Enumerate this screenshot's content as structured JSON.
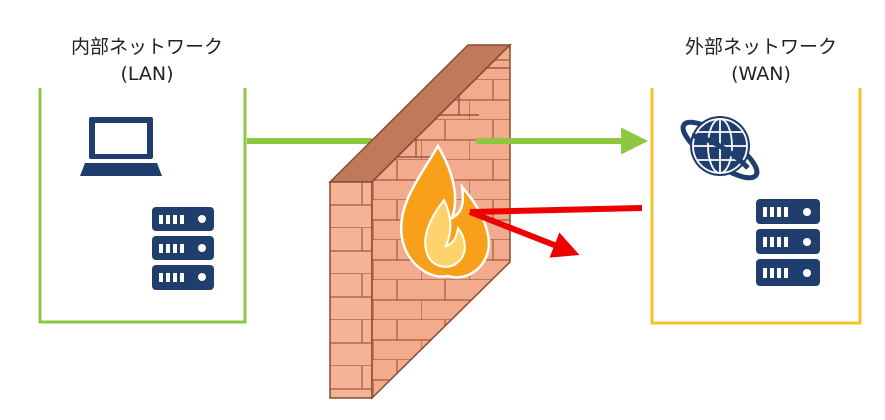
{
  "internal_network": {
    "title": "内部ネットワーク",
    "subtitle": "(LAN)"
  },
  "external_network": {
    "title": "外部ネットワーク",
    "subtitle": "(WAN)"
  },
  "icons": {
    "laptop": "laptop-icon",
    "server": "server-icon",
    "globe": "globe-icon",
    "firewall": "brick-wall-icon",
    "flame": "flame-icon"
  },
  "colors": {
    "lan_border": "#8dc63f",
    "wan_border": "#f2c12e",
    "allowed_arrow": "#8dc63f",
    "blocked_arrow": "#ee0000",
    "icon_navy": "#1f3e6e",
    "brick": "#f2ab8d",
    "flame_orange": "#f9a01b"
  }
}
